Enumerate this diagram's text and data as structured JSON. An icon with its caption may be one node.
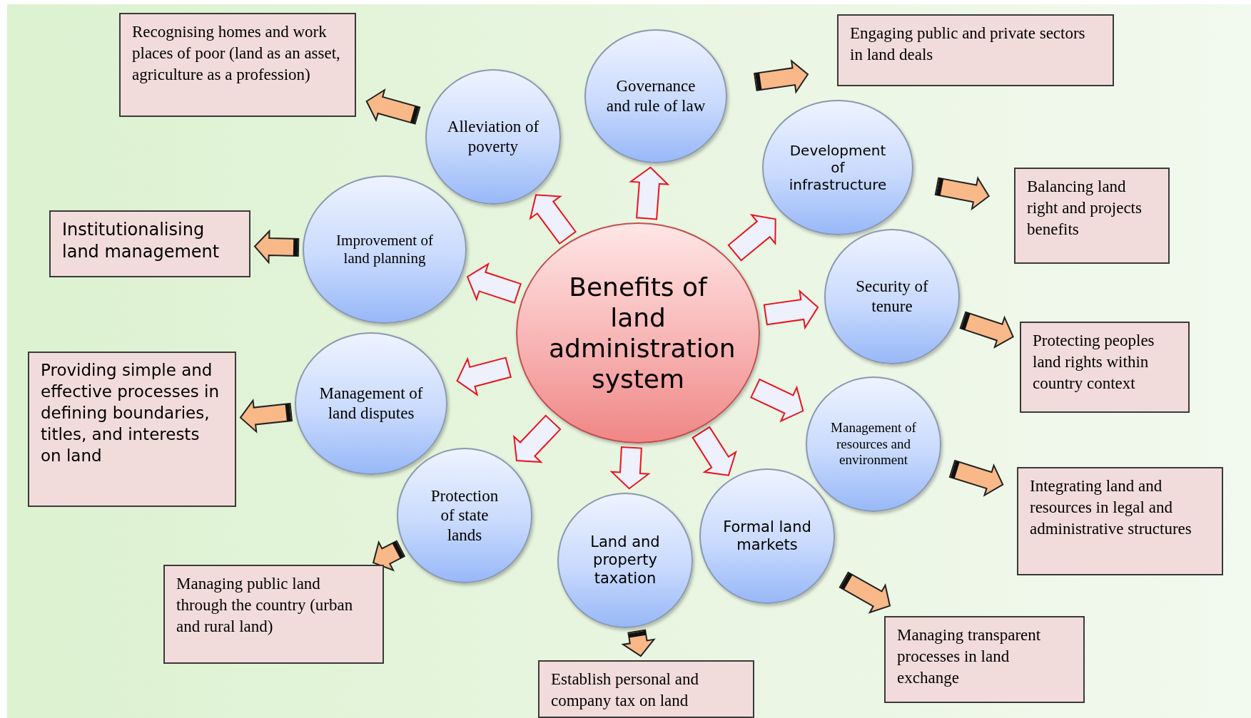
{
  "diagram": {
    "nodes": [
      {
        "text": [
          "Benefits of land administration system"
        ]
      },
      {
        "text": [
          "Governance and rule of law"
        ]
      },
      {
        "text": [
          "Development of infrastructure"
        ]
      },
      {
        "text": [
          "Security of tenure"
        ]
      },
      {
        "text": [
          "Management of resources and environment"
        ]
      },
      {
        "text": [
          "Formal land markets"
        ]
      },
      {
        "text": [
          "Land and property taxation"
        ]
      },
      {
        "text": [
          "Protection of state lands"
        ]
      },
      {
        "text": [
          "Management of land disputes"
        ]
      },
      {
        "text": [
          "Improvement of land planning"
        ]
      },
      {
        "text": [
          "Alleviation of poverty"
        ]
      },
      {
        "text": [
          "Engaging public and private sectors in land deals"
        ]
      },
      {
        "text": [
          "Balancing land right and projects benefits"
        ]
      },
      {
        "text": [
          "Protecting peoples land rights within country context"
        ]
      },
      {
        "text": [
          "Integrating land and resources in legal and administrative structures"
        ]
      },
      {
        "text": [
          "Managing transparent processes in land exchange"
        ]
      },
      {
        "text": [
          "Establish personal and company tax on land"
        ]
      },
      {
        "text": [
          "Managing public land through the country (urban and rural land)"
        ]
      },
      {
        "text": [
          "Providing simple and effective processes in defining boundaries, titles, and interests on land"
        ]
      },
      {
        "text": [
          "Institutionalising land management"
        ]
      },
      {
        "text": [
          "Recognising homes and work places of poor (land as an asset, agriculture as a profession)"
        ]
      }
    ],
    "edges": [
      {
        "from": 0,
        "to": 1,
        "arrow": "to"
      },
      {
        "from": 0,
        "to": 2,
        "arrow": "to"
      },
      {
        "from": 0,
        "to": 3,
        "arrow": "to"
      },
      {
        "from": 0,
        "to": 4,
        "arrow": "to"
      },
      {
        "from": 0,
        "to": 5,
        "arrow": "to"
      },
      {
        "from": 0,
        "to": 6,
        "arrow": "to"
      },
      {
        "from": 0,
        "to": 7,
        "arrow": "to"
      },
      {
        "from": 0,
        "to": 8,
        "arrow": "to"
      },
      {
        "from": 0,
        "to": 9,
        "arrow": "to"
      },
      {
        "from": 0,
        "to": 10,
        "arrow": "to"
      },
      {
        "from": 1,
        "to": 11,
        "arrow": "to",
        "color": "#f8b888"
      },
      {
        "from": 2,
        "to": 12,
        "arrow": "to",
        "color": "#f8b888"
      },
      {
        "from": 3,
        "to": 13,
        "arrow": "to",
        "color": "#f8b888"
      },
      {
        "from": 4,
        "to": 14,
        "arrow": "to",
        "color": "#f8b888"
      },
      {
        "from": 5,
        "to": 15,
        "arrow": "to",
        "color": "#f8b888"
      },
      {
        "from": 6,
        "to": 16,
        "arrow": "to",
        "color": "#f8b888"
      },
      {
        "from": 7,
        "to": 17,
        "arrow": "to",
        "color": "#f8b888"
      },
      {
        "from": 8,
        "to": 18,
        "arrow": "to",
        "color": "#f8b888"
      },
      {
        "from": 9,
        "to": 19,
        "arrow": "to",
        "color": "#f8b888"
      },
      {
        "from": 10,
        "to": 20,
        "arrow": "to",
        "color": "#f8b888"
      }
    ]
  }
}
